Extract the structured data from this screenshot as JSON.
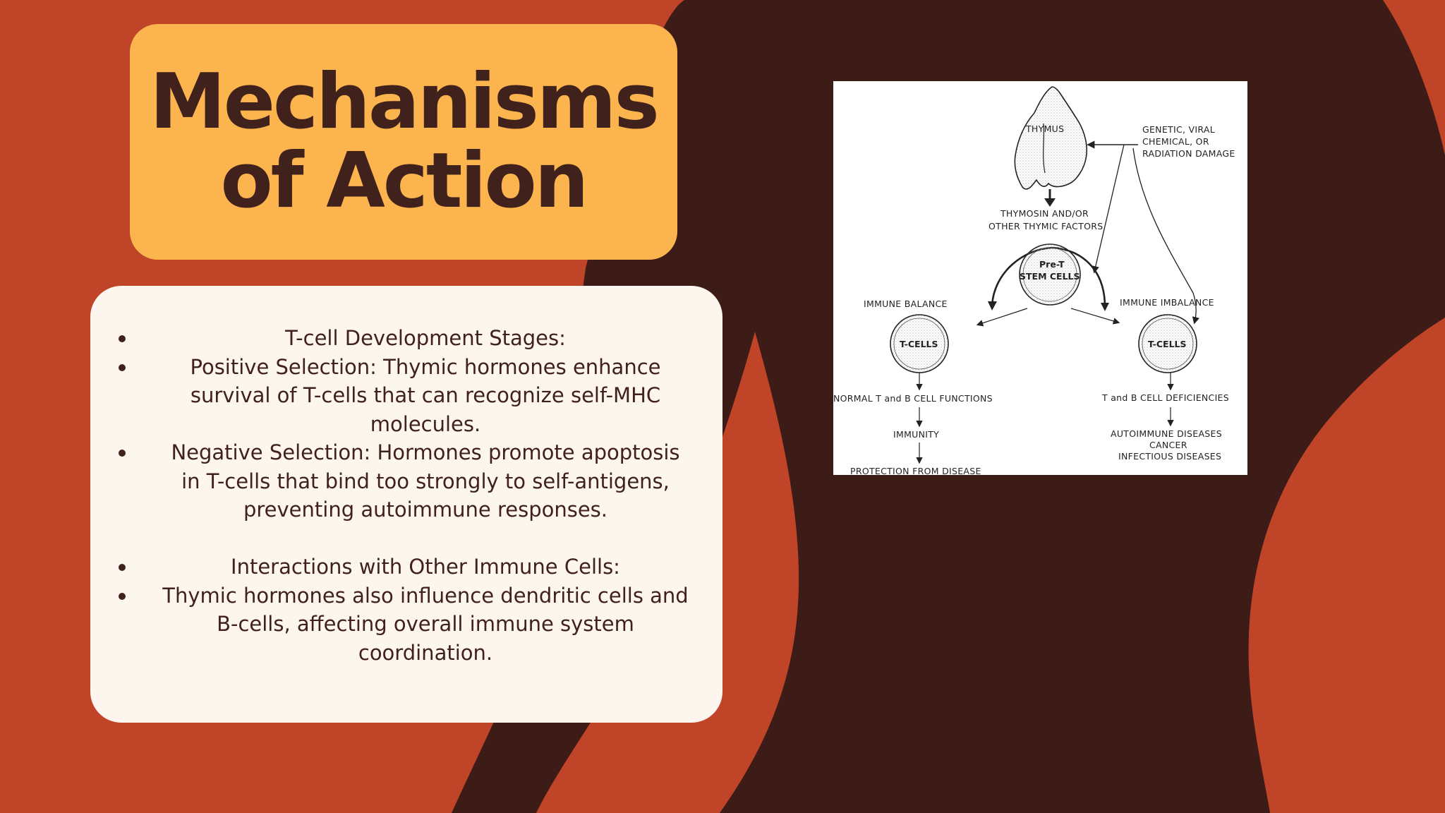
{
  "slide": {
    "title_lines": [
      "Mechanisms",
      "of Action"
    ],
    "colors": {
      "background": "#c04427",
      "silhouette": "#3d1b16",
      "title_box": "#fbb44e",
      "content_box": "#fdf6ee",
      "text": "#40211b"
    },
    "bullets": [
      "T-cell Development Stages:",
      "Positive Selection: Thymic hormones enhance survival of T-cells that can recognize self-MHC molecules.",
      "Negative Selection: Hormones promote apoptosis in T-cells that bind too strongly to self-antigens, preventing autoimmune responses.",
      "",
      "Interactions with Other Immune Cells:",
      "Thymic hormones also influence dendritic cells and B-cells, affecting overall immune system coordination."
    ]
  },
  "diagram": {
    "thymus": "THYMUS",
    "damage": [
      "GENETIC, VIRAL",
      "CHEMICAL, OR",
      "RADIATION DAMAGE"
    ],
    "factors": [
      "THYMOSIN AND/OR",
      "OTHER THYMIC FACTORS"
    ],
    "stem_cells": [
      "Pre-T",
      "STEM CELLS"
    ],
    "balance": "IMMUNE BALANCE",
    "imbalance": "IMMUNE IMBALANCE",
    "tcells_left": "T-CELLS",
    "tcells_right": "T-CELLS",
    "normal_functions": "NORMAL T and B CELL FUNCTIONS",
    "deficiencies": "T and B CELL DEFICIENCIES",
    "immunity": "IMMUNITY",
    "protection": "PROTECTION FROM DISEASE",
    "diseases": [
      "AUTOIMMUNE DISEASES",
      "CANCER",
      "INFECTIOUS DISEASES"
    ]
  }
}
